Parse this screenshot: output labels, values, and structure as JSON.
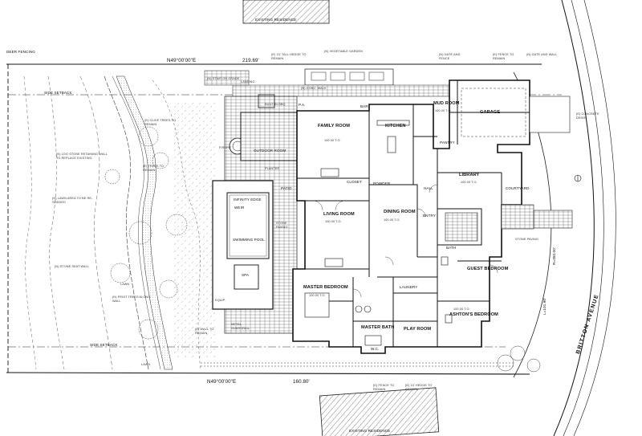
{
  "colors": {
    "line": "#111111",
    "hatch": "#6d6d6d",
    "paper": "#ffffff"
  },
  "top_neighbor": "EXISTING RESIDENCE",
  "bottom_neighbor": "EXISTING RESIDENCE",
  "fencing_label": "DEER FENCING",
  "bearing_top": "N49°00'00\"E",
  "dim_top": "219.69'",
  "bearing_bottom": "N49°00'00\"E",
  "dim_bottom": "160.80'",
  "street": "BRITTON AVENUE",
  "street_dim": "L=101.90'",
  "street_radius": "R=450.00'",
  "setback_top": "SIDE SETBACK",
  "setback_bottom": "SIDE SETBACK",
  "rooms": {
    "family": "FAMILY ROOM",
    "kitchen": "KITCHEN",
    "mud": "MUD ROOM",
    "garage": "GARAGE",
    "library": "LIBRARY",
    "living": "LIVING ROOM",
    "dining": "DINING ROOM",
    "master_bedroom": "MASTER BEDROOM",
    "master_bath": "MASTER BATH",
    "play": "PLAY ROOM",
    "guest": "GUEST BEDROOM",
    "aston": "ASHTON'S BEDROOM",
    "pantry": "PANTRY",
    "bath": "BATH",
    "hall": "HALL",
    "entry": "ENTRY",
    "closet": "CLOSET",
    "powder": "POWDER",
    "laundry": "LAUNDRY",
    "bar": "BAR",
    "pa": "P.A.",
    "spa": "SPA",
    "swimming_pool": "SWIMMING POOL",
    "infinity_edge": "INFINITY EDGE",
    "weir": "WEIR",
    "courtyard": "COURTYARD",
    "outdoor_room": "OUTDOOR ROOM",
    "patio": "PATIO",
    "wc": "W.C."
  },
  "elevations": {
    "family": "100.00 T.O.",
    "living": "100.00 T.O.",
    "dining": "100.00 T.O.",
    "master": "100.00 T.O.",
    "library": "100.00 T.O.",
    "mud": "100.00 T.O.",
    "aston": "100.00 T.O."
  },
  "notes": {
    "tall_hedge": "(E) 10' TALL HEDGE TO REMAIN",
    "veg_garden": "(N) VEGETABLE GARDEN",
    "gate_fence": "(N) GATE AND FENCE",
    "fence_remain": "(E) FENCE TO REMAIN",
    "gate_wall": "(N) GATE AND WALL",
    "conc_walk": "(N) CONC. WALK",
    "stair_garage": "(N) STAIR ON GRADE",
    "landing": "LANDING",
    "olive_trees": "(E) OLIVE TREES TO REMAIN",
    "log_wall": "(N) LOG STONE RETAINING WALL TO REPLACE EXISTING",
    "lawn_reseed": "(N) LAWN AREA TO BE RE-SODDED",
    "trees_remain": "(E) TREES TO REMAIN",
    "stone_seat_wall": "(N) STONE SEAT WALL",
    "lawn": "LAWN",
    "fruit_trees": "(N) FRUIT TREES ALONG WALL",
    "wall_remain": "(E) WALL TO REMAIN",
    "metal_guardrail": "METAL GUARDRAIL",
    "firepit": "FIREPIT",
    "stone_paving": "STONE PAVING",
    "concrete_drive": "(E) CONCRETE DRIVE",
    "fence_remain_btm": "(E) FENCE TO REMAIN",
    "hedge_remain_btm": "(E) 10' HEDGE TO REMAIN",
    "stone_paving_entry": "STONE PAVING",
    "pool_equip": "EQUIP.",
    "built_in_bbq": "BUILT-IN BBQ",
    "lawn_btm": "LAWN",
    "planter": "PLANTER"
  }
}
